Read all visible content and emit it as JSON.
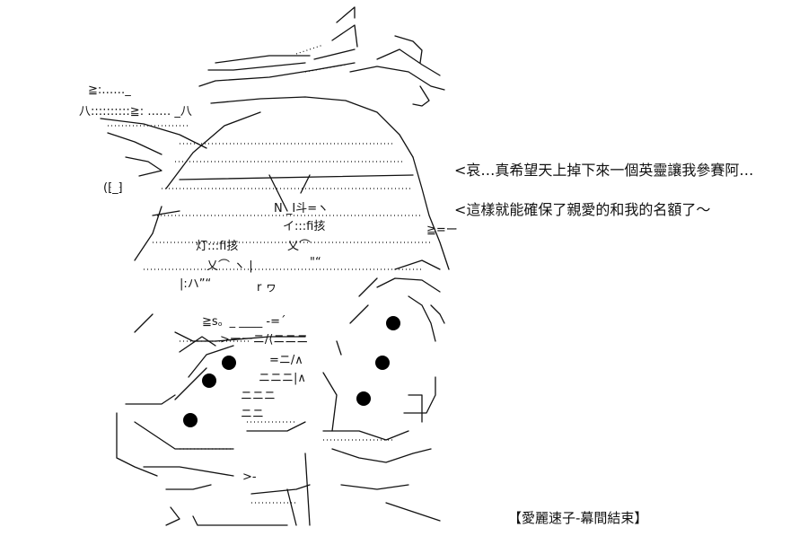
{
  "dialogue": {
    "line1": "<哀…真希望天上掉下來一個英靈讓我參賽阿…",
    "line2": "<這樣就能確保了親愛的和我的名額了～"
  },
  "caption": "【愛麗速子-幕間結束】"
}
